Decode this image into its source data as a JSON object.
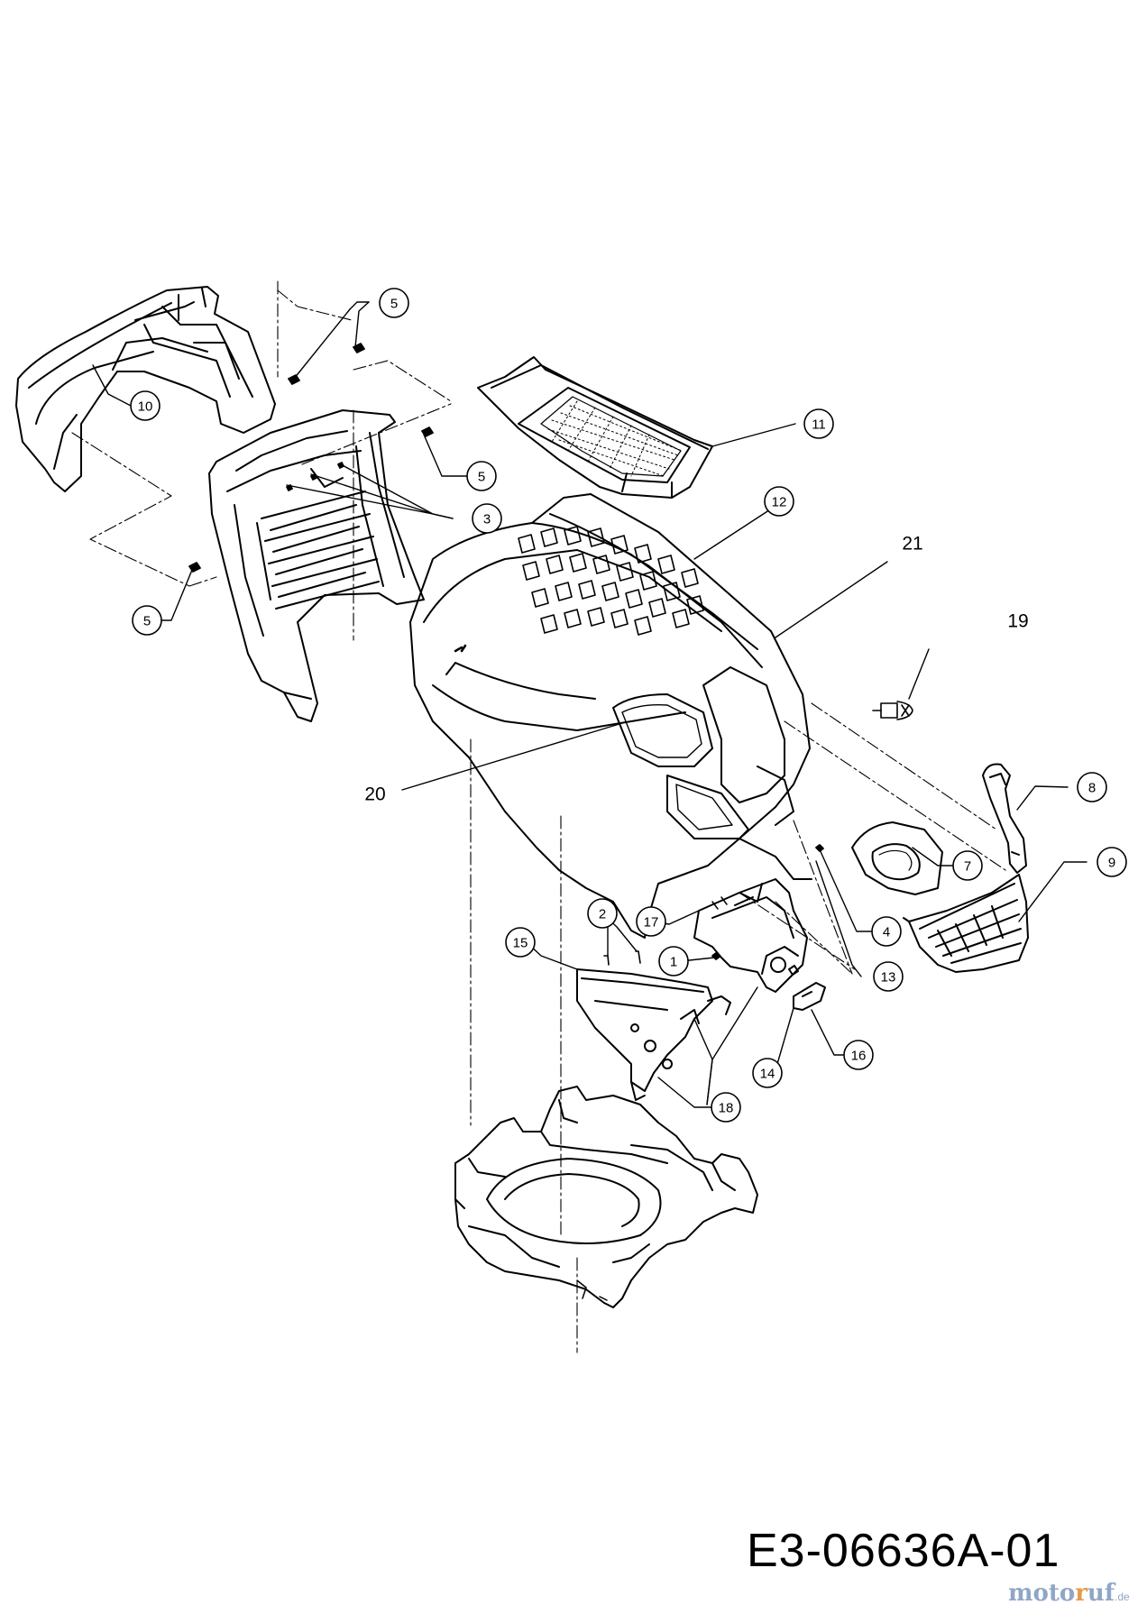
{
  "drawing": {
    "code": "E3-06636A-01"
  },
  "callouts": {
    "c1": "1",
    "c2": "2",
    "c3": "3",
    "c4": "4",
    "c5a": "5",
    "c5b": "5",
    "c5c": "5",
    "c7": "7",
    "c8": "8",
    "c9": "9",
    "c10": "10",
    "c11": "11",
    "c12": "12",
    "c13": "13",
    "c14": "14",
    "c15": "15",
    "c16": "16",
    "c17": "17",
    "c18": "18"
  },
  "labels": {
    "l19": "19",
    "l20": "20",
    "l21": "21"
  },
  "watermark": {
    "text": "motoruf.de",
    "color_primary": "#8fa6c6",
    "color_accent": "#e39a4a"
  }
}
